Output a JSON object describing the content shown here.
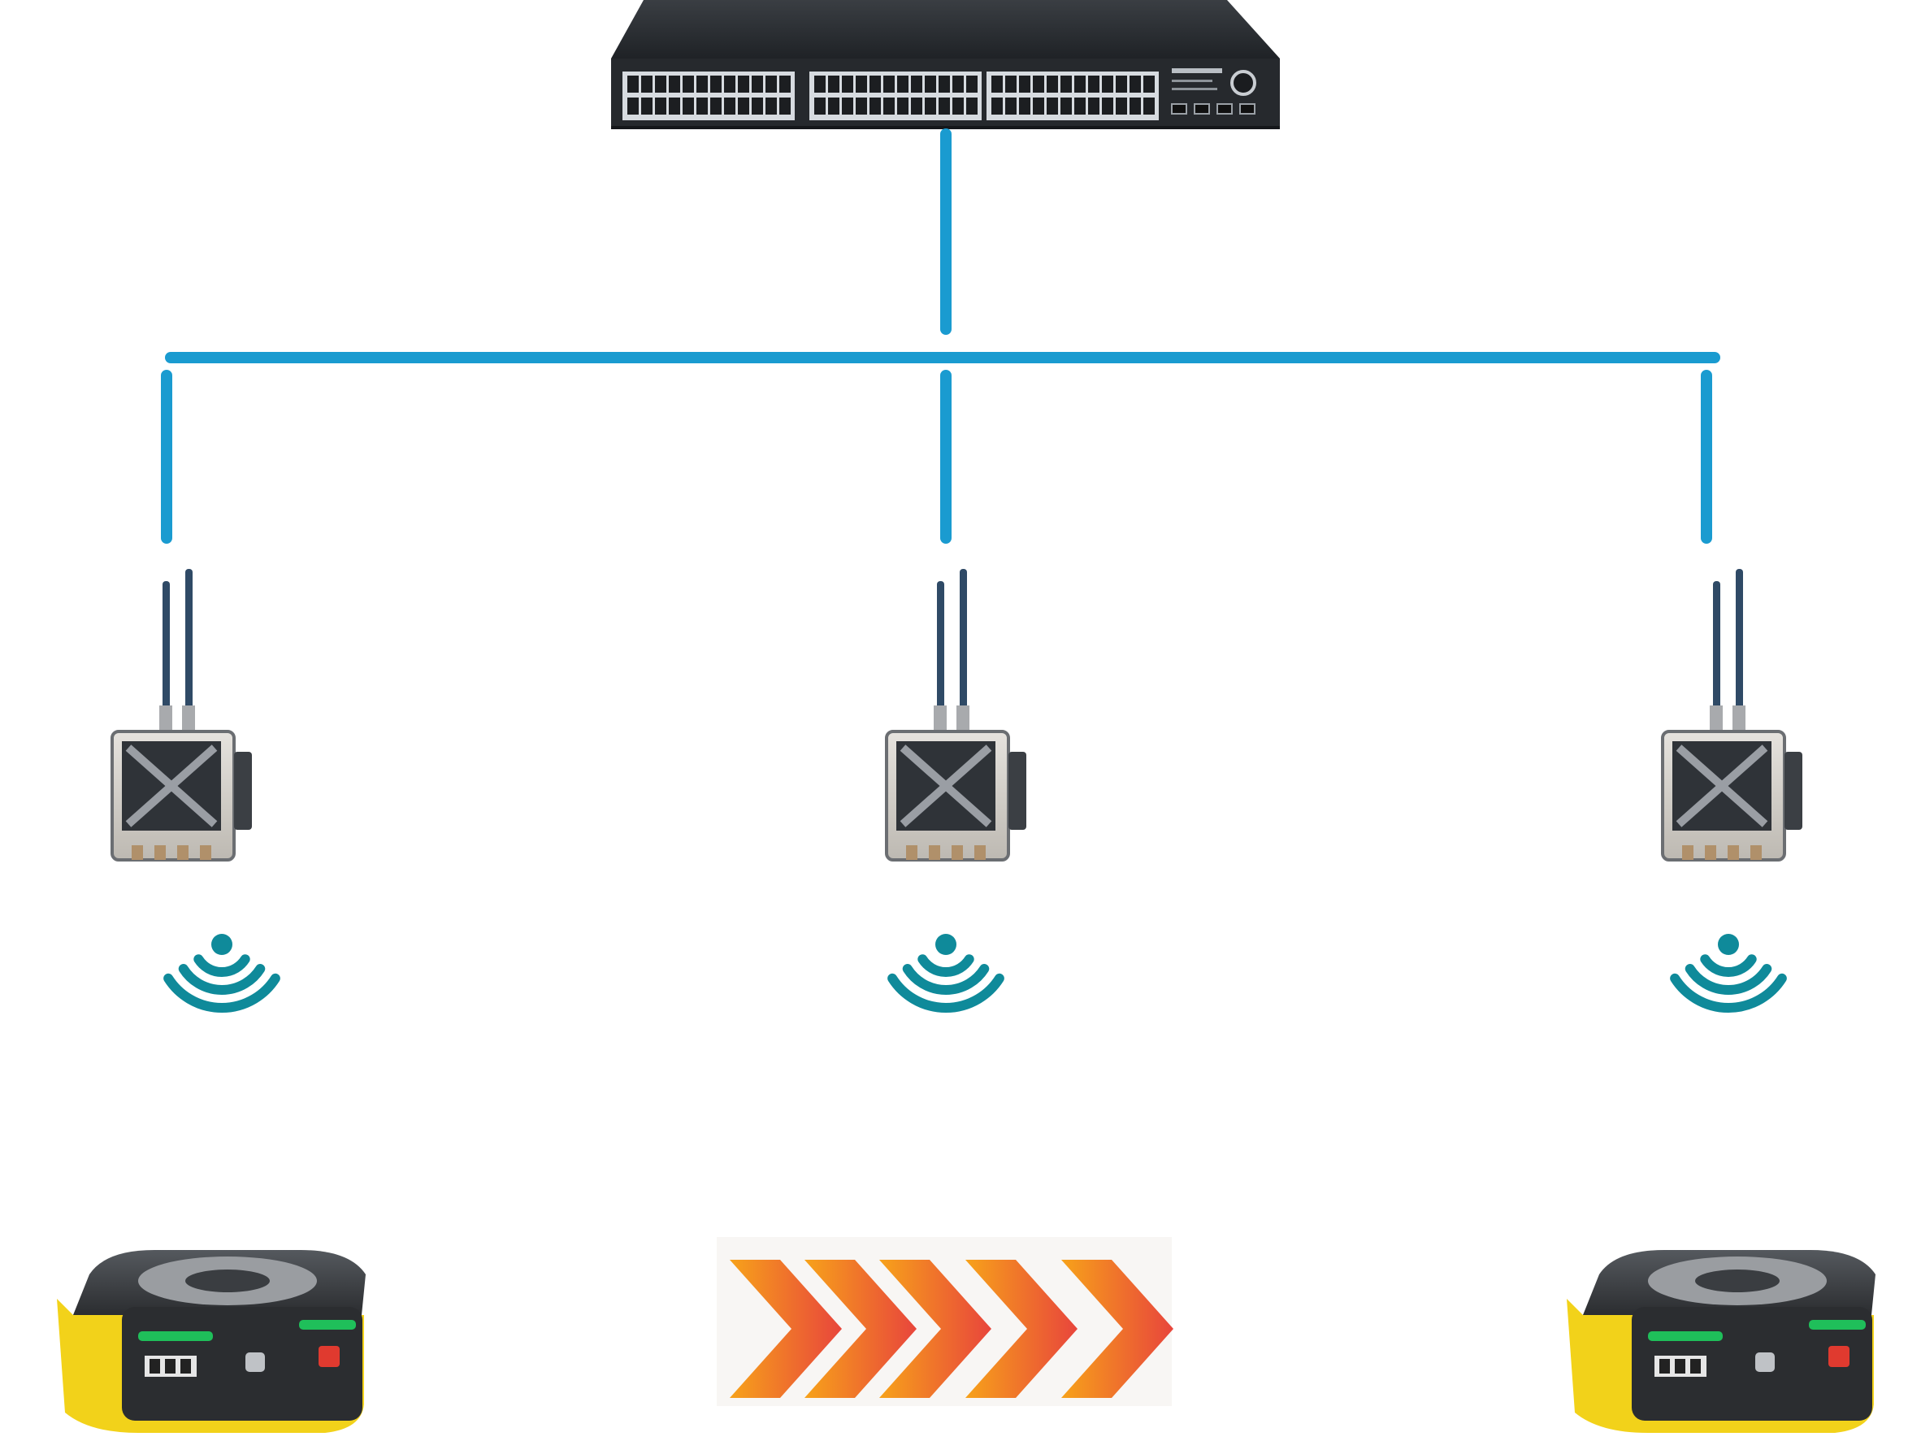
{
  "diagram": {
    "colors": {
      "background": "#ffffff",
      "link": "#1a9bd0",
      "wifi": "#0f8a9a",
      "switch_body": "#2a2d31",
      "switch_port": "#e9ecef",
      "ap_body": "#d9d6d0",
      "ap_frame": "#4b4f55",
      "agv_yellow": "#f2d21a",
      "agv_dark": "#2b2d30",
      "agv_green": "#1fbf5a",
      "arrow_start": "#f7a21a",
      "arrow_end": "#e8453c"
    },
    "icons": {
      "switch": "network-switch-icon",
      "access_point": "wireless-access-point-icon",
      "wifi": "wifi-signal-icon",
      "robot": "agv-robot-icon",
      "arrow": "chevron-arrow-icon"
    },
    "access_point_count": 3,
    "robot_count": 2,
    "arrow_count": 5
  }
}
